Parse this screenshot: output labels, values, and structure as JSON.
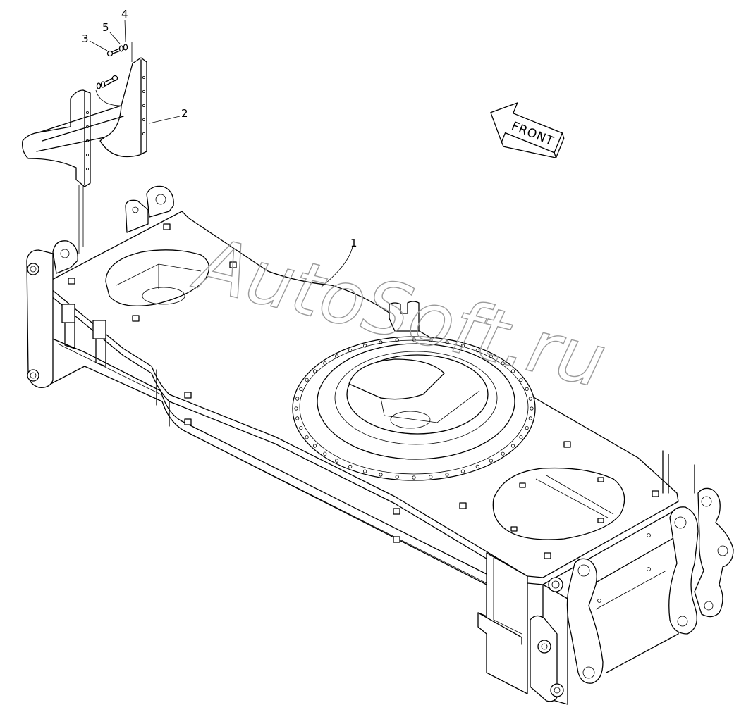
{
  "labels": {
    "part_1": "1",
    "part_2": "2",
    "part_3": "3",
    "part_4": "4",
    "part_5": "5"
  },
  "front_arrow": {
    "text": "FRONT"
  },
  "watermark": {
    "text": "AutoSoft.ru",
    "color": "#9a9a9a"
  },
  "colors": {
    "line": "#000000",
    "background": "#ffffff"
  }
}
